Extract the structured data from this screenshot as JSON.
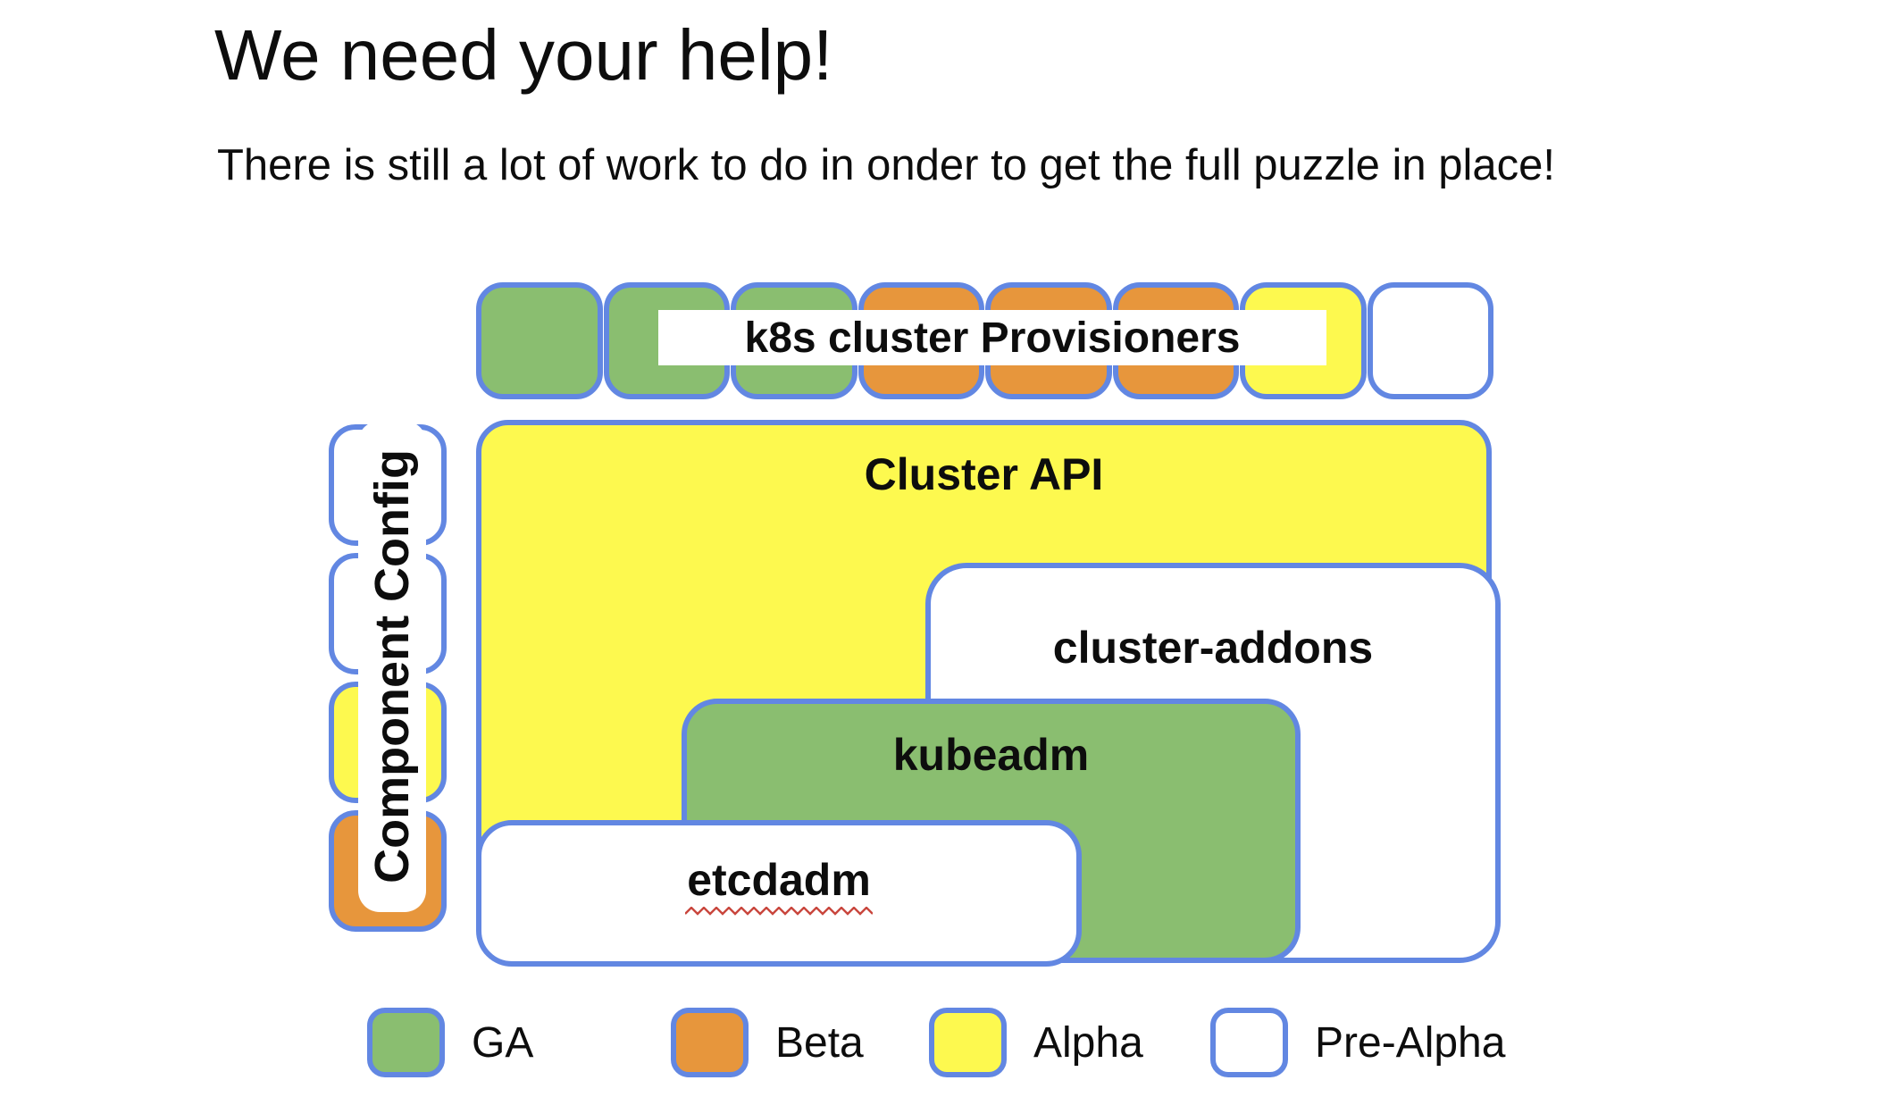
{
  "page": {
    "title": "We need your help!",
    "subtitle": "There is still a lot of work to do in onder to get the full puzzle in place!"
  },
  "colors": {
    "ga": "#8abe70",
    "beta": "#e7963c",
    "alpha": "#fdf94f",
    "prealpha": "#ffffff",
    "border": "#6287e2",
    "squiggle": "#c9463d",
    "text": "#0d0d0d"
  },
  "diagram": {
    "provisioners": {
      "label": "k8s cluster Provisioners",
      "squares": [
        "ga",
        "ga",
        "ga",
        "beta",
        "beta",
        "beta",
        "alpha",
        "prealpha"
      ]
    },
    "component_config": {
      "label": "Component Config",
      "squares": [
        "prealpha",
        "prealpha",
        "alpha",
        "beta"
      ]
    },
    "cluster_api": {
      "label": "Cluster API",
      "status": "alpha"
    },
    "cluster_addons": {
      "label": "cluster-addons",
      "status": "prealpha"
    },
    "kubeadm": {
      "label": "kubeadm",
      "status": "ga"
    },
    "etcdadm": {
      "label": "etcdadm",
      "status": "prealpha",
      "spellcheck_underline": true
    }
  },
  "legend": {
    "items": [
      {
        "id": "ga",
        "label": "GA"
      },
      {
        "id": "beta",
        "label": "Beta"
      },
      {
        "id": "alpha",
        "label": "Alpha"
      },
      {
        "id": "prealpha",
        "label": "Pre-Alpha"
      }
    ]
  }
}
